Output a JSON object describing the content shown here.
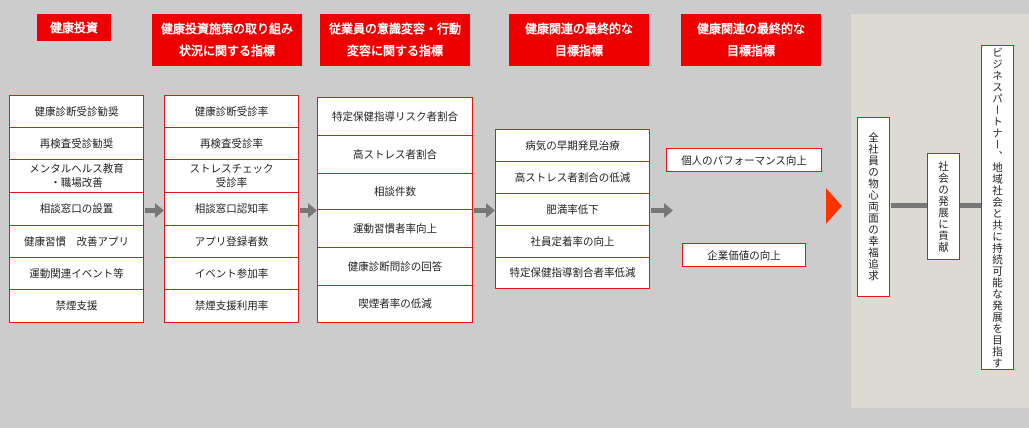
{
  "headers": {
    "h1": "健康投資",
    "h2": "健康投資施策の取り組み\n状況に関する指標",
    "h3": "従業員の意識変容・行動\n変容に関する指標",
    "h4": "健康関連の最終的な\n目標指標",
    "h5": "健康関連の最終的な\n目標指標"
  },
  "col1": [
    "健康診断受診勧奨",
    "再検査受診勧奨",
    "メンタルヘルス教育\n・職場改善",
    "相談窓口の設置",
    "健康習慣　改善アプリ",
    "運動関連イベント等",
    "禁煙支援"
  ],
  "col2": [
    "健康診断受診率",
    "再検査受診率",
    "ストレスチェック\n受診率",
    "相談窓口認知率",
    "アプリ登録者数",
    "イベント参加率",
    "禁煙支援利用率"
  ],
  "col3": [
    "特定保健指導リスク者割合",
    "高ストレス者割合",
    "相談件数",
    "運動習慣者率向上",
    "健康診断問診の回答",
    "喫煙者率の低減"
  ],
  "col4": [
    "病気の早期発見治療",
    "高ストレス者割合の低減",
    "肥満率低下",
    "社員定着率の向上",
    "特定保健指導割合者率低減"
  ],
  "col5": [
    "個人のパフォーマンス向上",
    "企業価値の向上"
  ],
  "outcomes": {
    "wellbeing": "全社員の物心両面の幸福追求",
    "society": "社会の発展に貢献",
    "partners": "ビジネスパートナー、地域社会と共に持続可能な発展を目指す"
  },
  "colors": {
    "accent": "#ee0000",
    "border": "#e11111",
    "arrow": "#777777",
    "big_arrow": "#ff3300",
    "background": "#cccccc",
    "panel": "#ddd9d3"
  }
}
